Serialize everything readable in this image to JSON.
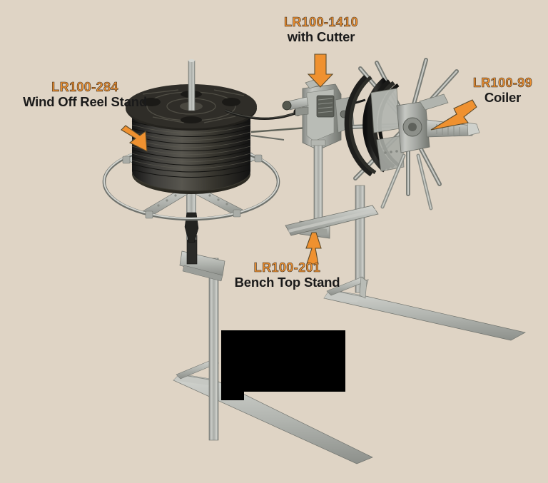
{
  "scene": {
    "background_color": "#dfd4c5",
    "accent_color": "#ef9130",
    "text_color": "#1a1a1a",
    "metal_color": "#a8aaa6",
    "cable_color": "#1e1e1e",
    "subject": "cable payoff, cutting and coiling equipment assembly"
  },
  "annotations": [
    {
      "id": "wind-off-reel-stand",
      "code": "LR100-284",
      "description": "Wind Off Reel Stand",
      "arrow": "diagonal-down-right",
      "arrow_color": "#ef9130"
    },
    {
      "id": "cutter",
      "code": "LR100-1410",
      "description": "with Cutter",
      "arrow": "down",
      "arrow_color": "#ef9130"
    },
    {
      "id": "coiler",
      "code": "LR100-99",
      "description": "Coiler",
      "arrow": "diagonal-down-left",
      "arrow_color": "#ef9130"
    },
    {
      "id": "bench-top-stand",
      "code": "LR100-201",
      "description": "Bench Top Stand",
      "arrow": "up",
      "arrow_color": "#ef9130"
    }
  ],
  "redaction": {
    "present": true,
    "color": "#000000",
    "label": "redaction-box"
  }
}
